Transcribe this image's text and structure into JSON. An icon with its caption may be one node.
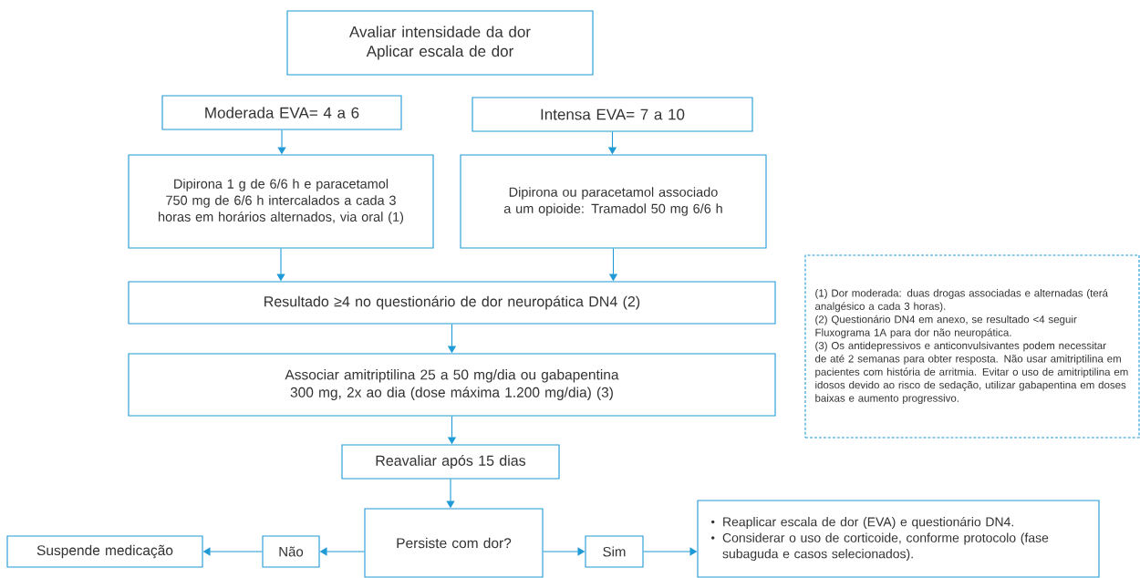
{
  "diagram": {
    "nodes": [
      {
        "text": [
          "Avaliar intensidade da dor",
          "Aplicar escala de dor"
        ]
      },
      {
        "text": [
          "Moderada EVA= 4 a 6"
        ]
      },
      {
        "text": [
          "Intensa EVA= 7 a 10"
        ]
      },
      {
        "text": [
          "Dipirona 1 g de 6/6 h e paracetamol 750 mg de 6/6 h intercalados a cada 3 horas em horários alternados, via oral (1)"
        ]
      },
      {
        "text": [
          "Dipirona ou paracetamol associado a um opioide: Tramadol 50 mg 6/6 h"
        ]
      },
      {
        "text": [
          "Resultado ≥4 no questionário de dor neuropática DN4 (2)"
        ]
      },
      {
        "text": [
          "Associar amitriptilina 25 a 50 mg/dia ou gabapentina 300 mg, 2x ao dia (dose máxima 1.200 mg/dia) (3)"
        ]
      },
      {
        "text": [
          "Reavaliar após 15 dias"
        ]
      },
      {
        "text": [
          "Persiste com dor?"
        ]
      },
      {
        "text": [
          "Não"
        ]
      },
      {
        "text": [
          "Sim"
        ]
      },
      {
        "text": [
          "Suspende medicação"
        ]
      },
      {
        "text": [
          "Reaplicar escala de dor (EVA) e questionário DN4.",
          "Considerar o uso de corticoide, conforme protocolo (fase subaguda e casos selecionados)."
        ]
      },
      {
        "text": [
          "(1) Dor moderada: duas drogas associadas e alternadas (terá analgésico a cada 3 horas).",
          "(2) Questionário DN4 em anexo, se resultado <4 seguir Fluxograma 1A para dor não neuropática.",
          "(3) Os antidepressivos e anticonvulsivantes podem necessitar de até 2 semanas para obter resposta. Não usar amitriptilina em pacientes com história de arritmia. Evitar o uso de amitriptilina em idosos devido ao risco de sedação, utilizar gabapentina em doses baixas e aumento progressivo."
        ]
      }
    ],
    "edges": [
      {
        "from": 1,
        "to": 3,
        "arrow": "to"
      },
      {
        "from": 2,
        "to": 4,
        "arrow": "to"
      },
      {
        "from": 3,
        "to": 5,
        "arrow": "to"
      },
      {
        "from": 4,
        "to": 5,
        "arrow": "to"
      },
      {
        "from": 5,
        "to": 6,
        "arrow": "to"
      },
      {
        "from": 6,
        "to": 7,
        "arrow": "to"
      },
      {
        "from": 7,
        "to": 8,
        "arrow": "to"
      },
      {
        "from": 8,
        "to": 9,
        "arrow": "to"
      },
      {
        "from": 9,
        "to": 11,
        "arrow": "to"
      },
      {
        "from": 8,
        "to": 10,
        "arrow": "to"
      },
      {
        "from": 10,
        "to": 12,
        "arrow": "to"
      }
    ]
  }
}
